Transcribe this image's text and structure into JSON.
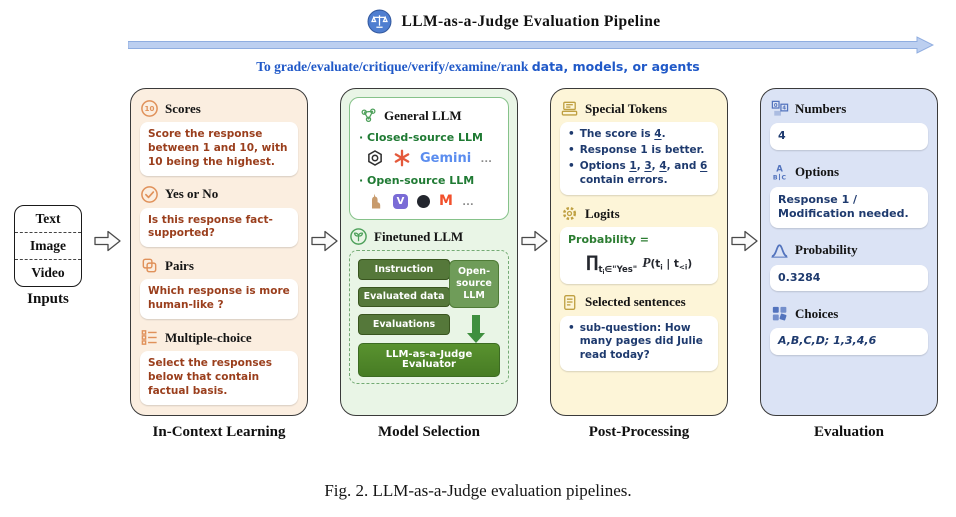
{
  "colors": {
    "subtitle_blue": "#2059c8",
    "panel_border": "#3a3a3a",
    "p1_bg": "#fbeee0",
    "p1_text": "#9a3e1c",
    "p1_icon": "#e0915a",
    "p2_bg": "#e9f5e6",
    "green_dark": "#1f7a33",
    "green_icon": "#4da05a",
    "pill_bg": "#55783a",
    "open_box_bg": "#6f9c59",
    "evaluator_bg": "#59922f",
    "gemini_blue": "#5b8def",
    "mistral_orange": "#f2502c",
    "vicuna_purple": "#7a6bd6",
    "p3_bg": "#fdf5d8",
    "gold_icon": "#bfa042",
    "navy": "#1e3a6e",
    "formula_green": "#2c7d32",
    "p4_bg": "#dbe3f5",
    "blue_icon": "#5273bd",
    "arrow_fill": "#bccff0"
  },
  "header": {
    "title": "LLM-as-a-Judge Evaluation Pipeline",
    "subtitle_lead": "To grade/evaluate/critique/verify/examine/rank ",
    "subtitle_emph": "data, models, or agents"
  },
  "inputs": {
    "label": "Inputs",
    "items": [
      "Text",
      "Image",
      "Video"
    ]
  },
  "panels": {
    "icl": {
      "label": "In-Context Learning",
      "sections": [
        {
          "title": "Scores",
          "body": "Score the response between 1 and 10, with 10 being the highest."
        },
        {
          "title": "Yes or No",
          "body": "Is this response fact-supported?"
        },
        {
          "title": "Pairs",
          "body": "Which response is more human-like ?"
        },
        {
          "title": "Multiple-choice",
          "body": "Select the responses below that contain factual basis."
        }
      ]
    },
    "model": {
      "label": "Model Selection",
      "general_title": "General LLM",
      "closed_label": "·  Closed-source  LLM",
      "open_label": "·  Open-source LLM",
      "gemini": "Gemini",
      "ellipsis": "…",
      "logos": {
        "vicuna": "V",
        "mistral": "M"
      },
      "finetuned_title": "Finetuned LLM",
      "pills": [
        "Instruction",
        "Evaluated data",
        "Evaluations"
      ],
      "open_box": "Open-source LLM",
      "evaluator": "LLM-as-a-Judge Evaluator"
    },
    "post": {
      "label": "Post-Processing",
      "bullet_char": "•",
      "sections": [
        {
          "title": "Special Tokens"
        },
        {
          "title": "Logits"
        },
        {
          "title": "Selected sentences"
        }
      ],
      "bullets": [
        "The score is _4_.",
        "Response 1 is better.",
        "Options _1_, _3_, _4_, and _6_ contain errors."
      ],
      "formula": {
        "label": "Probability =",
        "prod": "∏",
        "sub": "t~i~∈\"Yes\"",
        "p": "P",
        "args": "(t~i~ | t~<i~)"
      },
      "sentence": "sub-question: How many pages did Julie read today?"
    },
    "eval": {
      "label": "Evaluation",
      "sections": [
        {
          "title": "Numbers",
          "value": "4"
        },
        {
          "title": "Options",
          "value": "Response 1 / Modification needed."
        },
        {
          "title": "Probability",
          "value": "0.3284"
        },
        {
          "title": "Choices",
          "value": "A,B,C,D; 1,3,4,6"
        }
      ]
    }
  },
  "caption": "Fig. 2.  LLM-as-a-Judge evaluation pipelines."
}
